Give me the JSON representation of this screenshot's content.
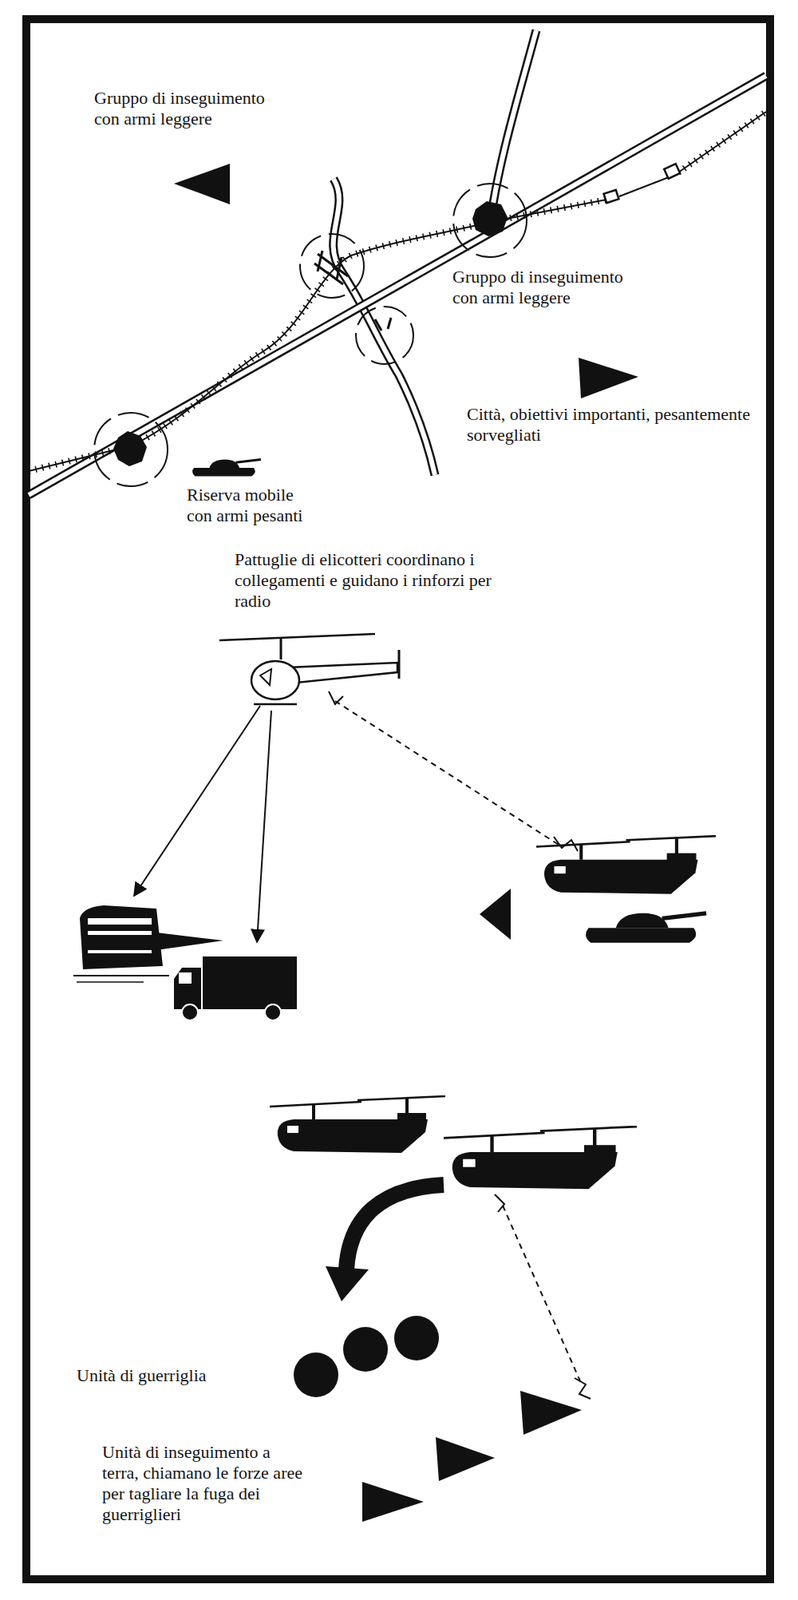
{
  "diagram": {
    "labels": [
      "Gruppo di inseguimento con armi leggere",
      "Gruppo di inseguimento con armi leggere",
      "Città, obiettivi importanti, pesantemente sorvegliati",
      "Riserva mobile con armi pesanti",
      "Pattuglie di elicotteri coordinano i collegamenti e guidano i rinforzi per radio",
      "Unità di guerriglia",
      "Unità di inseguimento a terra, chiamano le forze aree per tagliare la fuga dei guerriglieri"
    ]
  }
}
